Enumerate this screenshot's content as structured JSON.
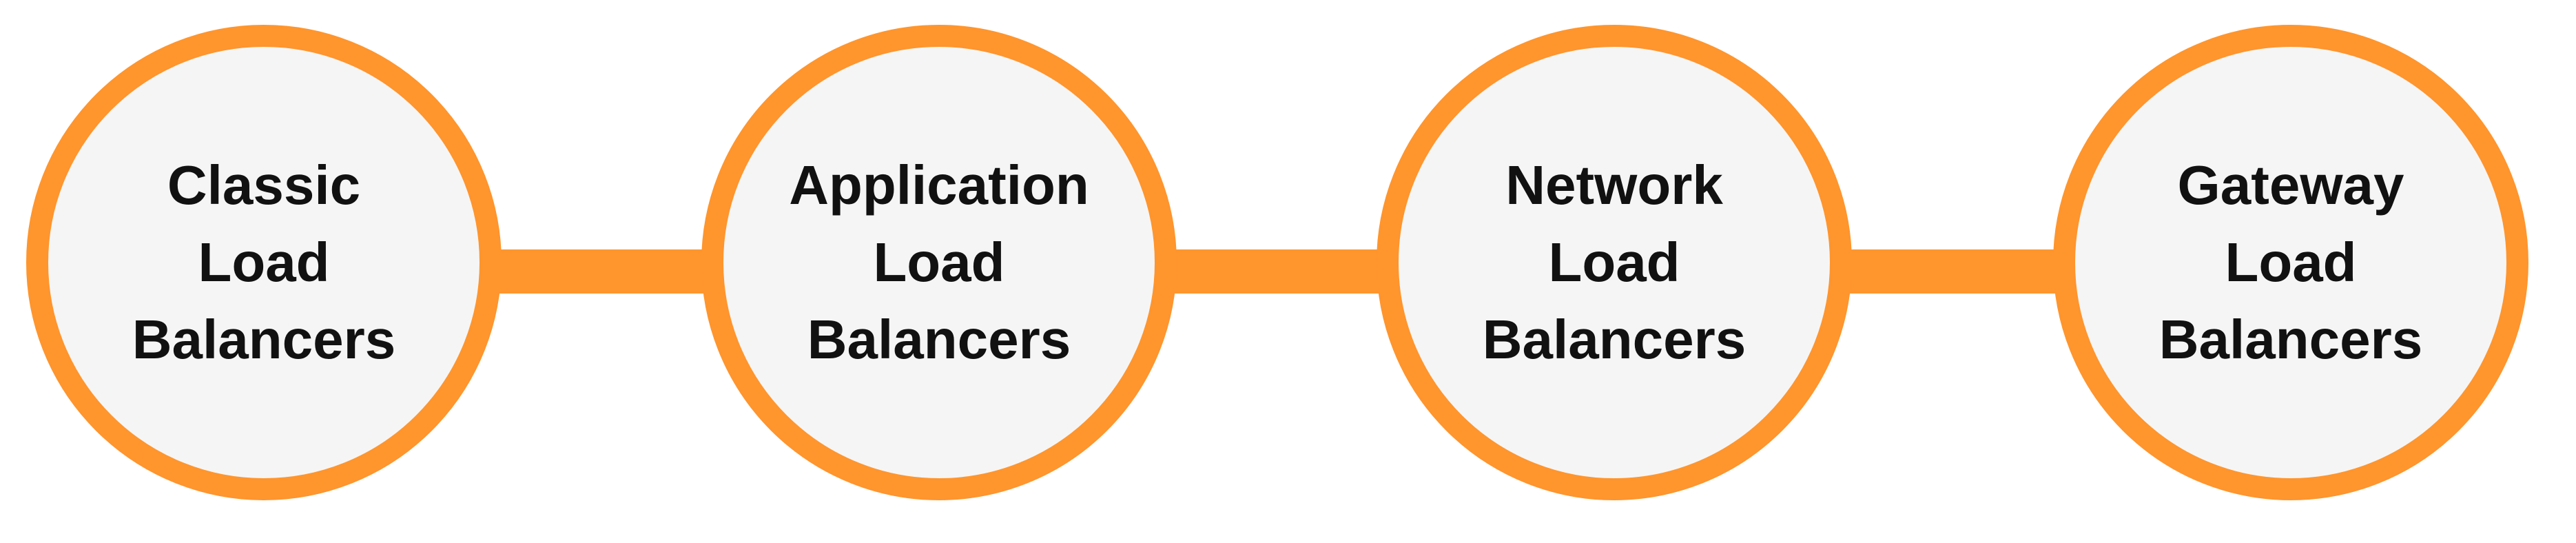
{
  "diagram": {
    "accent_color": "#ff952d",
    "node_fill": "#f5f5f5",
    "text_color": "#111111",
    "nodes": [
      {
        "line1": "Classic",
        "line2": "Load",
        "line3": "Balancers"
      },
      {
        "line1": "Application",
        "line2": "Load",
        "line3": "Balancers"
      },
      {
        "line1": "Network",
        "line2": "Load",
        "line3": "Balancers"
      },
      {
        "line1": "Gateway",
        "line2": "Load",
        "line3": "Balancers"
      }
    ]
  }
}
